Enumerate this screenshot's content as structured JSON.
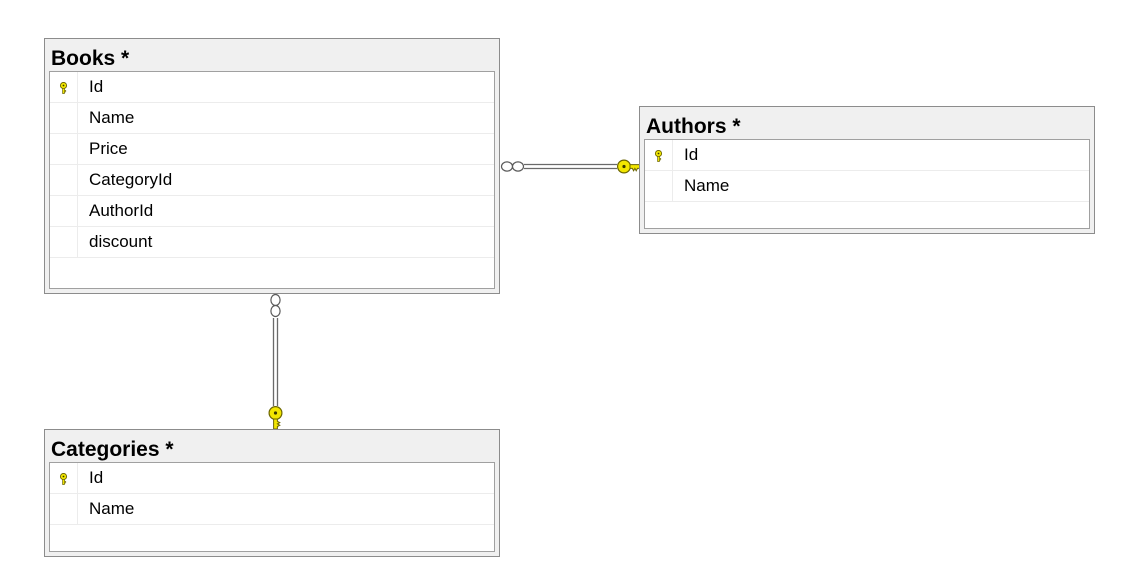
{
  "tables": {
    "books": {
      "title": "Books *",
      "columns": [
        {
          "name": "Id",
          "primary_key": true
        },
        {
          "name": "Name",
          "primary_key": false
        },
        {
          "name": "Price",
          "primary_key": false
        },
        {
          "name": "CategoryId",
          "primary_key": false
        },
        {
          "name": "AuthorId",
          "primary_key": false
        },
        {
          "name": "discount",
          "primary_key": false
        }
      ]
    },
    "authors": {
      "title": "Authors *",
      "columns": [
        {
          "name": "Id",
          "primary_key": true
        },
        {
          "name": "Name",
          "primary_key": false
        }
      ]
    },
    "categories": {
      "title": "Categories *",
      "columns": [
        {
          "name": "Id",
          "primary_key": true
        },
        {
          "name": "Name",
          "primary_key": false
        }
      ]
    }
  },
  "relationships": [
    {
      "from": "books",
      "to": "authors",
      "many_end": "infinity-icon",
      "one_end": "key-icon"
    },
    {
      "from": "books",
      "to": "categories",
      "many_end": "infinity-icon",
      "one_end": "key-icon"
    }
  ],
  "colors": {
    "key_fill": "#f2e600",
    "key_stroke": "#6b6500",
    "table_border": "#8c8c8c",
    "table_background": "#f0f0f0",
    "connector": "#6a6a6a"
  }
}
